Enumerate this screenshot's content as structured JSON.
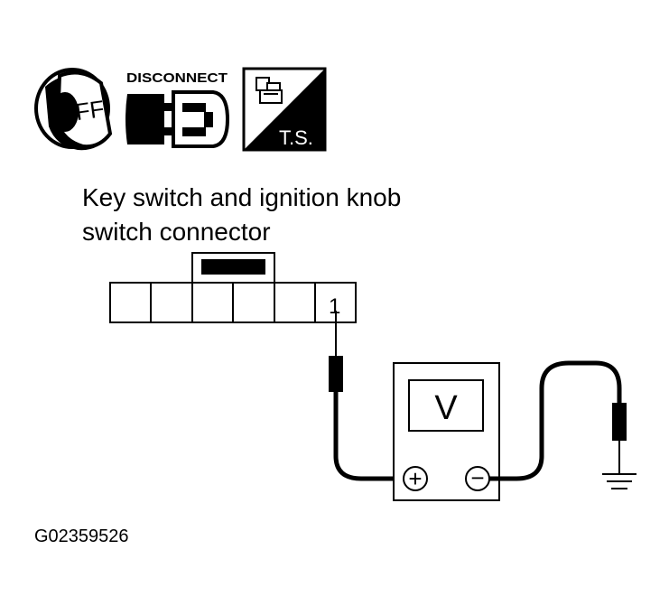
{
  "icons": {
    "ignition_off": {
      "icon": "ignition-key-off-icon",
      "label": "OFF"
    },
    "disconnect": {
      "icon": "connector-disconnect-icon",
      "label": "DISCONNECT"
    },
    "tester": {
      "icon": "tester-ts-icon",
      "label": "T.S."
    }
  },
  "connector": {
    "title_line1": "Key switch and ignition knob",
    "title_line2": "switch connector",
    "terminal_label": "1"
  },
  "voltmeter": {
    "display": "V",
    "positive_symbol": "+",
    "negative_symbol": "−"
  },
  "ground": {
    "icon": "ground-symbol-icon"
  },
  "figure_id": "G02359526"
}
